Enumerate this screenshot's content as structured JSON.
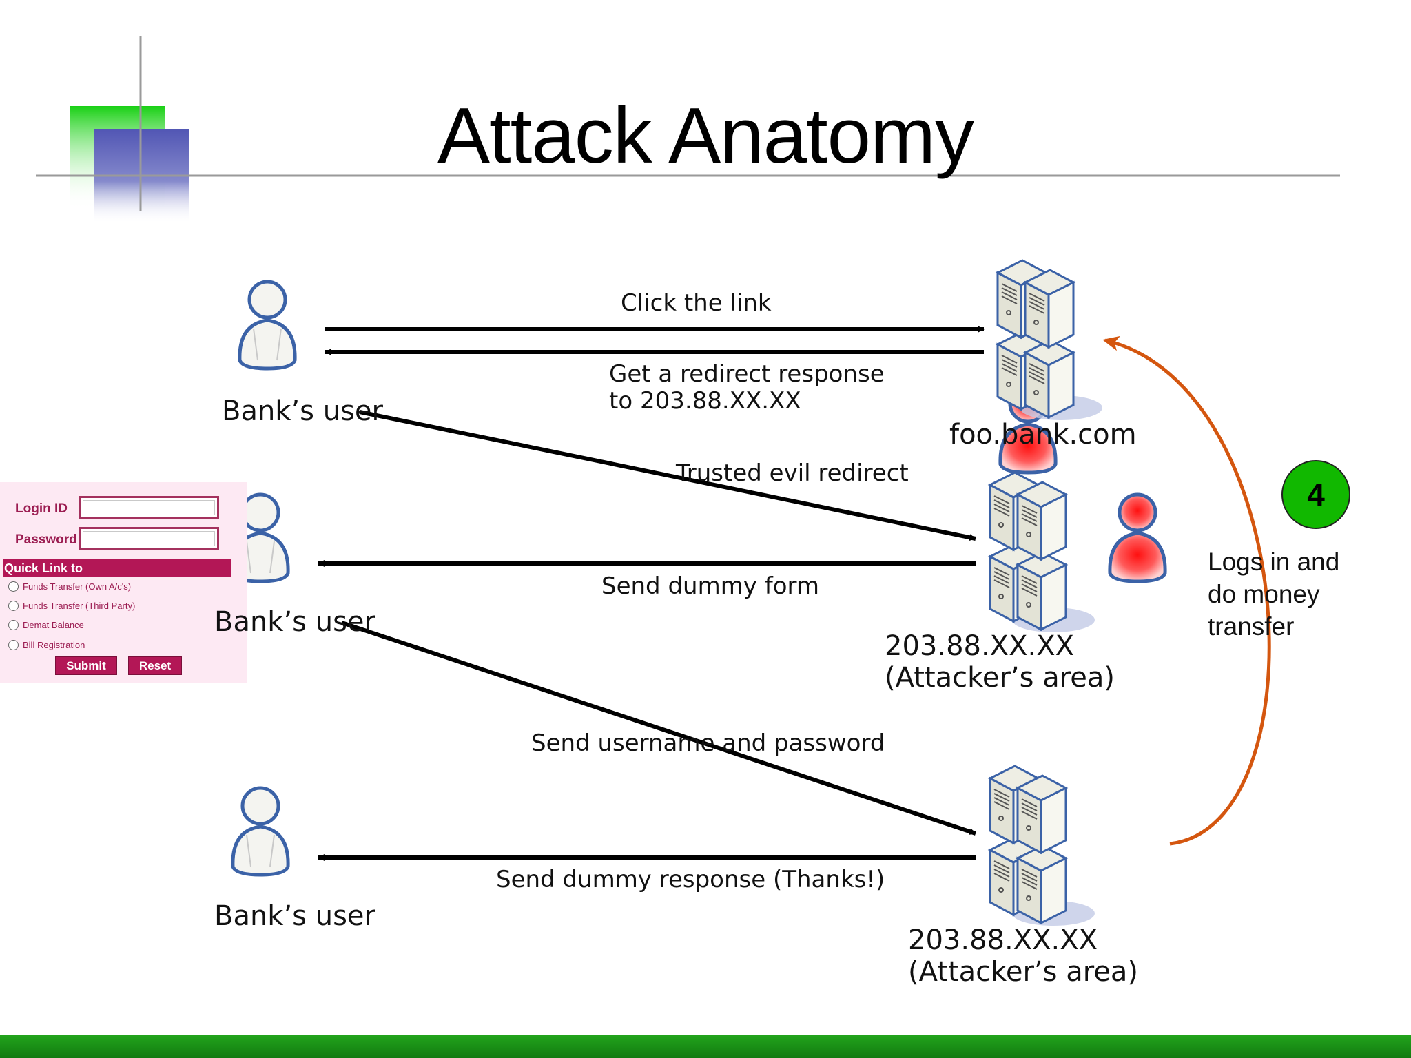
{
  "title": "Attack Anatomy",
  "nodes": {
    "user_1": "Bank’s user",
    "user_2": "Bank’s user",
    "user_3": "Bank’s user",
    "bank_server": "foo.bank.com",
    "attacker_server_1_ip": "203.88.XX.XX",
    "attacker_server_1_area": "(Attacker’s area)",
    "attacker_server_2_ip": "203.88.XX.XX",
    "attacker_server_2_area": "(Attacker’s area)"
  },
  "arrows": {
    "click_link": "Click the link",
    "redirect_line1": "Get a redirect response",
    "redirect_line2": "to 203.88.XX.XX",
    "trusted_redirect": "Trusted evil redirect",
    "dummy_form": "Send dummy form",
    "send_credentials": "Send username and password",
    "dummy_response": "Send dummy response (Thanks!)"
  },
  "step": {
    "number": "4",
    "description": "Logs in and do money transfer"
  },
  "login_form": {
    "login_id_label": "Login ID",
    "password_label": "Password",
    "quick_link_header": "Quick Link to",
    "options": [
      "Funds Transfer (Own A/c's)",
      "Funds Transfer (Third Party)",
      "Demat Balance",
      "Bill Registration"
    ],
    "submit_label": "Submit",
    "reset_label": "Reset"
  },
  "colors": {
    "accent_green": "#11b800",
    "accent_blue": "#5b62b8",
    "arc_orange": "#d4560f",
    "form_maroon": "#b31756",
    "attacker_red": "#ff2a2a"
  }
}
